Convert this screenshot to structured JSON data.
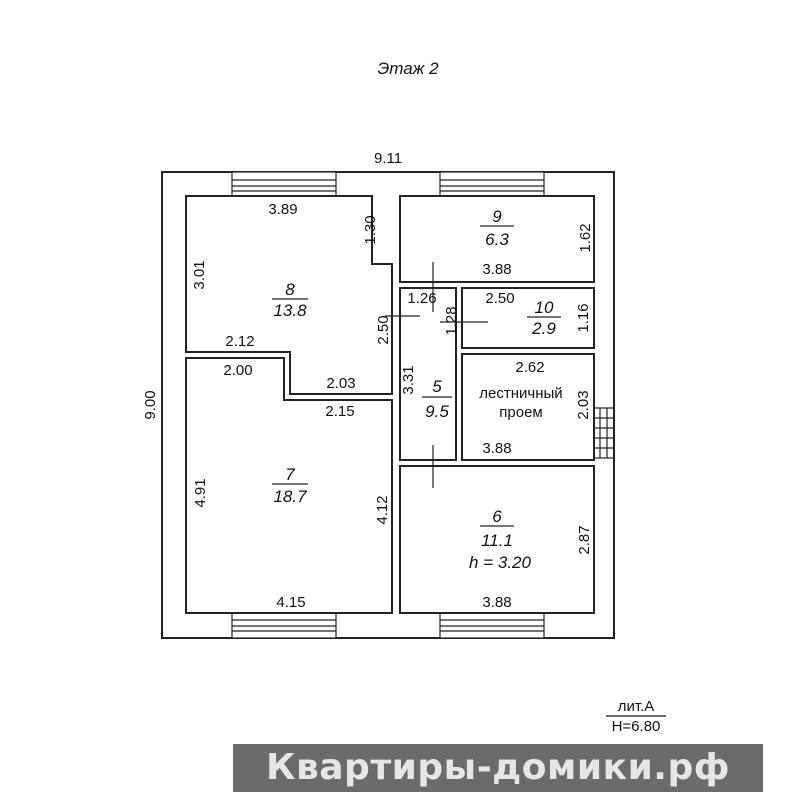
{
  "title": "Этаж 2",
  "overall": {
    "width": "9.11",
    "height": "9.00"
  },
  "rooms": [
    {
      "number": "8",
      "area": "13.8"
    },
    {
      "number": "7",
      "area": "18.7"
    },
    {
      "number": "9",
      "area": "6.3"
    },
    {
      "number": "10",
      "area": "2.9"
    },
    {
      "number": "5",
      "area": "9.5"
    },
    {
      "number": "6",
      "area": "11.1",
      "height_note": "h = 3.20"
    }
  ],
  "stairwell_label": [
    "лестничный",
    "проем"
  ],
  "dimensions": {
    "r8_top": "3.89",
    "r8_notch": "1.30",
    "r8_left": "3.01",
    "r8_right": "2.50",
    "r8_bottom": "2.12",
    "r8_step": "2.03",
    "r7_top": "2.00",
    "r7_step": "2.15",
    "r7_left": "4.91",
    "r7_right": "4.12",
    "r7_bottom": "4.15",
    "r9_bottom": "3.88",
    "r9_right": "1.62",
    "r5_top": "1.26",
    "r5_door": "1.28",
    "r5_left": "3.31",
    "r10_top": "2.50",
    "r10_right": "1.16",
    "stair_top": "2.62",
    "stair_right": "2.03",
    "stair_bottom": "3.88",
    "r6_bottom": "3.88",
    "r6_right": "2.87"
  },
  "legend": {
    "lit": "лит.А",
    "height": "H=6.80"
  },
  "watermark": "Квартиры-домики.рф"
}
